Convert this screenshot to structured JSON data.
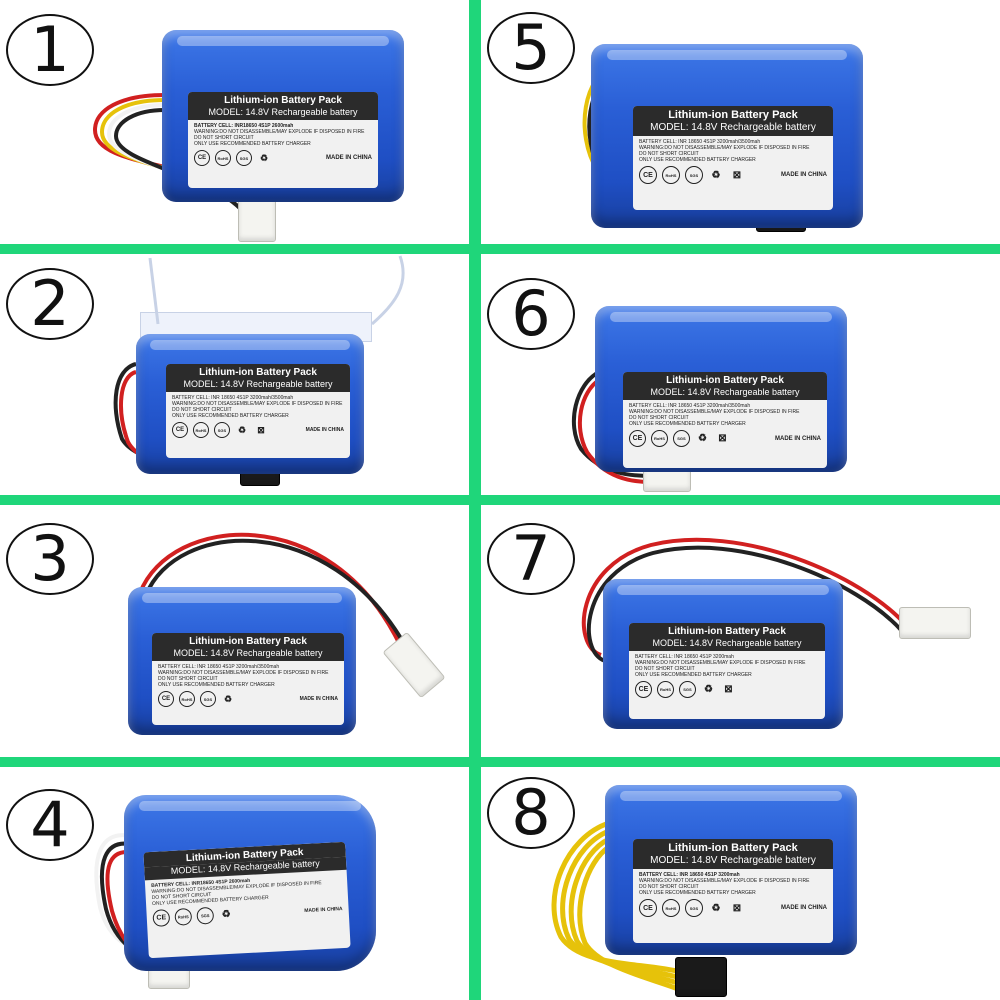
{
  "grid": {
    "divider_color": "#1fd67a",
    "battery_color": "#2a5fd6"
  },
  "label": {
    "title": "Lithium-ion Battery Pack",
    "model": "MODEL: 14.8V Rechargeable battery",
    "warning": "WARNING:DO NOT DISASSEMBLE/MAY EXPLODE IF DISPOSED IN FIRE",
    "short": "DO NOT SHORT CIRCUIT",
    "charger": "ONLY USE RECOMMENDED BATTERY CHARGER",
    "made_in": "MADE IN CHINA",
    "marks": [
      "CE",
      "RoHS",
      "SGS",
      "♻",
      "⊠"
    ]
  },
  "panels": [
    {
      "number": "1",
      "cell": "BATTERY CELL: INR18650 4S1P 2600mah"
    },
    {
      "number": "5",
      "cell": "BATTERY CELL: INR 18650 4S1P 3200mah/3500mah"
    },
    {
      "number": "2",
      "cell": "BATTERY CELL: INR 18650 4S1P 3200mah/3500mah"
    },
    {
      "number": "6",
      "cell": "BATTERY CELL: INR 18650 4S1P 3200mah/3500mah"
    },
    {
      "number": "3",
      "cell": "BATTERY CELL: INR 18650 4S1P 3200mah/3500mah"
    },
    {
      "number": "7",
      "cell": "BATTERY CELL: INR 18650 4S1P 3200mah"
    },
    {
      "number": "4",
      "cell": "BATTERY CELL: INR18650 4S1P 2600mah"
    },
    {
      "number": "8",
      "cell": "BATTERY CELL: INR 18650 4S1P 3200mah"
    }
  ]
}
